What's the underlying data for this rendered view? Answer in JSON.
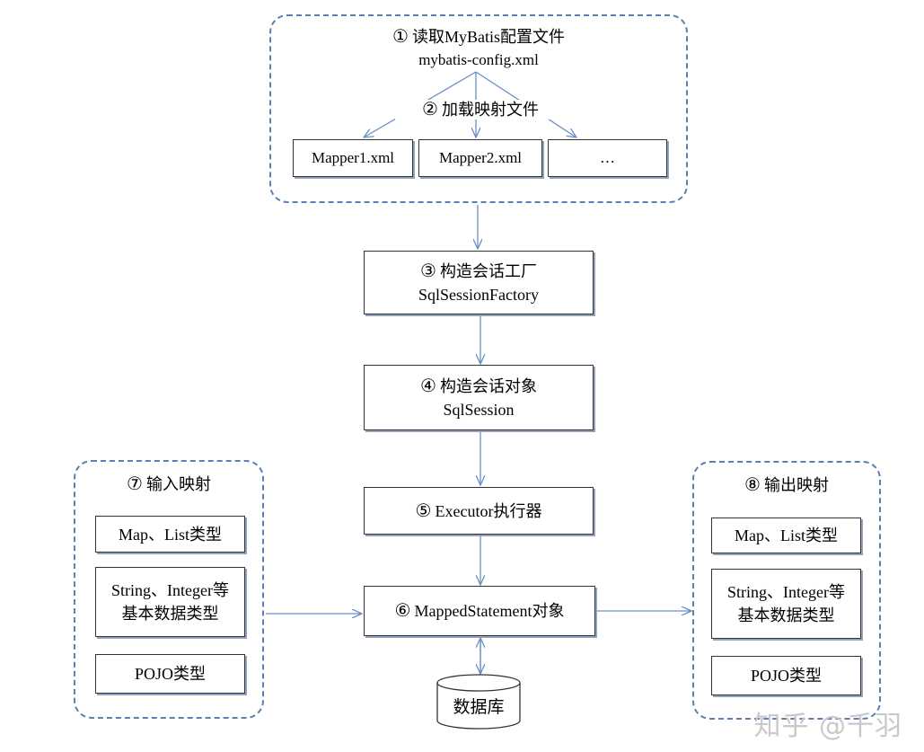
{
  "config": {
    "step_no": "①",
    "title": "读取MyBatis配置文件",
    "file": "mybatis-config.xml"
  },
  "mapping": {
    "step_no": "②",
    "title": "加载映射文件",
    "files": [
      "Mapper1.xml",
      "Mapper2.xml",
      "…"
    ]
  },
  "factory": {
    "step_no": "③",
    "title": "构造会话工厂",
    "name": "SqlSessionFactory"
  },
  "session": {
    "step_no": "④",
    "title": "构造会话对象",
    "name": "SqlSession"
  },
  "executor": {
    "step_no": "⑤",
    "title": "Executor执行器"
  },
  "mapped_statement": {
    "step_no": "⑥",
    "title": "MappedStatement对象"
  },
  "input_mapping": {
    "step_no": "⑦",
    "title": "输入映射",
    "types": [
      {
        "line1": "Map、List类型",
        "line2": ""
      },
      {
        "line1": "String、Integer等",
        "line2": "基本数据类型"
      },
      {
        "line1": "POJO类型",
        "line2": ""
      }
    ]
  },
  "output_mapping": {
    "step_no": "⑧",
    "title": "输出映射",
    "types": [
      {
        "line1": "Map、List类型",
        "line2": ""
      },
      {
        "line1": "String、Integer等",
        "line2": "基本数据类型"
      },
      {
        "line1": "POJO类型",
        "line2": ""
      }
    ]
  },
  "database": {
    "label": "数据库"
  },
  "watermark": "知乎 @千羽"
}
